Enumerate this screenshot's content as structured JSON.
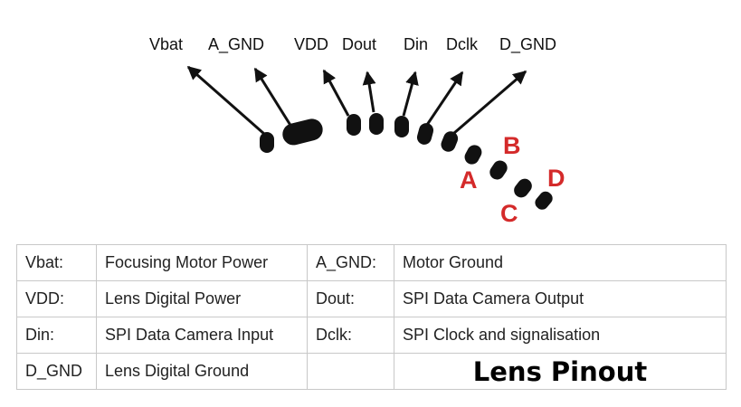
{
  "diagram": {
    "pin_labels": {
      "vbat": "Vbat",
      "agnd": "A_GND",
      "vdd": "VDD",
      "dout": "Dout",
      "din": "Din",
      "dclk": "Dclk",
      "dgnd": "D_GND"
    },
    "aux_labels": {
      "a": "A",
      "b": "B",
      "c": "C",
      "d": "D"
    },
    "colors": {
      "pins": "#111111",
      "aux_labels": "#d42a2a",
      "table_border": "#c8c8c8"
    }
  },
  "table": {
    "rows": [
      [
        "Vbat:",
        "Focusing Motor Power",
        "A_GND:",
        "Motor Ground"
      ],
      [
        "VDD:",
        "Lens Digital Power",
        "Dout:",
        "SPI Data Camera Output"
      ],
      [
        "Din:",
        "SPI Data Camera Input",
        "Dclk:",
        "SPI Clock and signalisation"
      ],
      [
        "D_GND",
        "Lens Digital Ground",
        "",
        ""
      ]
    ],
    "title": "Lens Pinout"
  }
}
